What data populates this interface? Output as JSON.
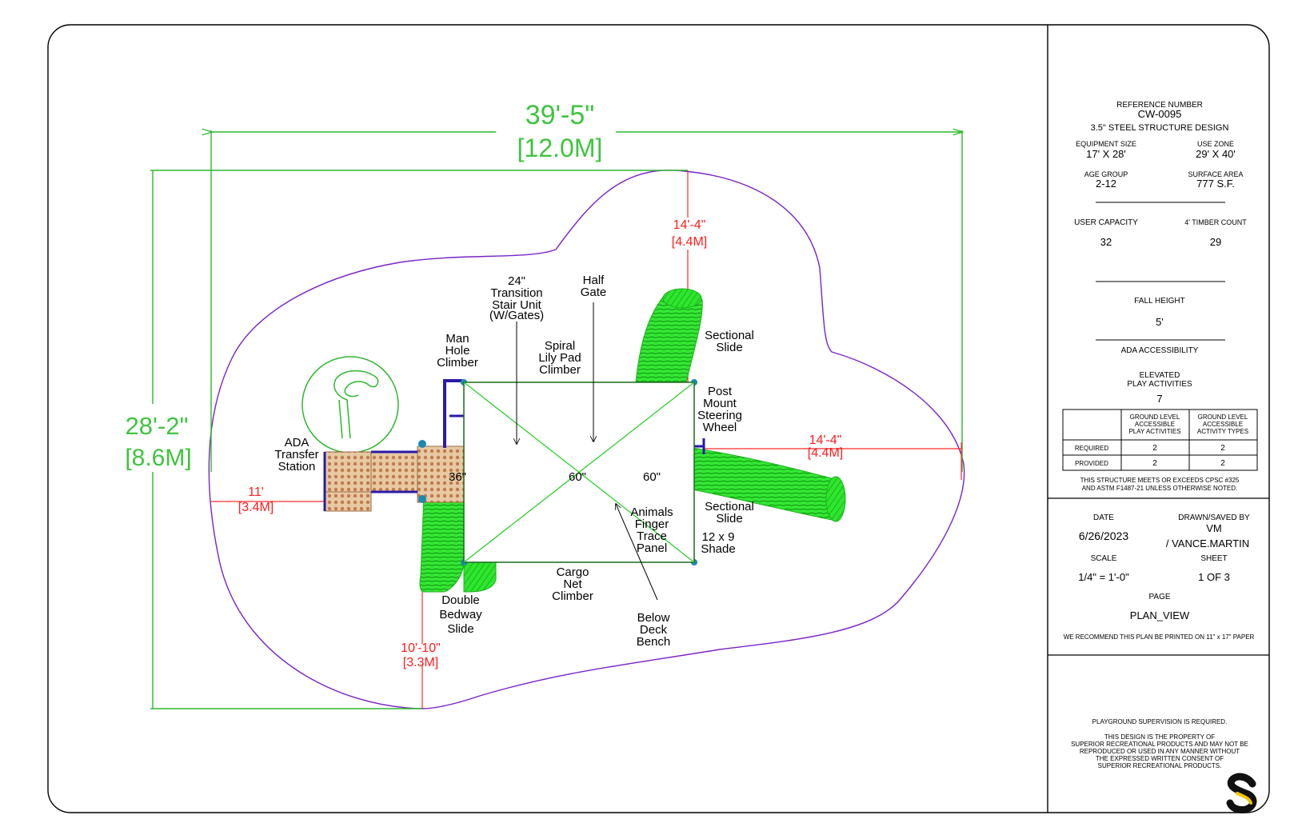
{
  "dimensions": {
    "overall_width": "39'-5\"",
    "overall_width_metric": "[12.0M]",
    "overall_depth": "28'-2\"",
    "overall_depth_metric": "[8.6M]",
    "top_clearance": "14'-4\"",
    "top_clearance_metric": "[4.4M]",
    "right_clearance": "14'-4\"",
    "right_clearance_metric": "[4.4M]",
    "left_clearance": "11'",
    "left_clearance_metric": "[3.4M]",
    "bottom_clearance": "10'-10\"",
    "bottom_clearance_metric": "[3.3M]"
  },
  "components": {
    "transition_stair": [
      "24\"",
      "Transition",
      "Stair Unit"
    ],
    "transition_stair_note": "(W/Gates)",
    "half_gate": [
      "Half",
      "Gate"
    ],
    "man_hole": [
      "Man",
      "Hole",
      "Climber"
    ],
    "spiral": [
      "Spiral",
      "Lily Pad",
      "Climber"
    ],
    "sectional_top": [
      "Sectional",
      "Slide"
    ],
    "steering": [
      "Post",
      "Mount",
      "Steering",
      "Wheel"
    ],
    "ada": [
      "ADA",
      "Transfer",
      "Station"
    ],
    "sectional_bottom": [
      "Sectional",
      "Slide"
    ],
    "shade": [
      "12 x 9",
      "Shade"
    ],
    "animals": [
      "Animals",
      "Finger",
      "Trace",
      "Panel"
    ],
    "cargo": [
      "Cargo",
      "Net",
      "Climber"
    ],
    "double_bedway": [
      "Double",
      "Bedway",
      "Slide"
    ],
    "bench": [
      "Below",
      "Deck",
      "Bench"
    ],
    "deck_36": "36\"",
    "deck_60a": "60\"",
    "deck_60b": "60\""
  },
  "title_block": {
    "reference_label": "REFERENCE NUMBER",
    "reference_number": "CW-0095",
    "design": "3.5\" STEEL STRUCTURE DESIGN",
    "equipment_size_label": "EQUIPMENT SIZE",
    "equipment_size": "17' X 28'",
    "use_zone_label": "USE ZONE",
    "use_zone": "29' X 40'",
    "age_group_label": "AGE GROUP",
    "age_group": "2-12",
    "surface_area_label": "SURFACE AREA",
    "surface_area": "777 S.F.",
    "user_capacity_label": "USER CAPACITY",
    "user_capacity": "32",
    "timber_label": "4' TIMBER COUNT",
    "timber_count": "29",
    "fall_height_label": "FALL HEIGHT",
    "fall_height": "5'",
    "ada_label": "ADA ACCESSIBILITY",
    "elevated_label": [
      "ELEVATED",
      "PLAY ACTIVITIES"
    ],
    "elevated_count": "7",
    "table_col1": [
      "GROUND LEVEL",
      "ACCESSIBLE",
      "PLAY ACTIVITIES"
    ],
    "table_col2": [
      "GROUND LEVEL",
      "ACCESSIBLE",
      "ACTIVITY TYPES"
    ],
    "table_rows": [
      {
        "label": "REQUIRED",
        "a": "2",
        "b": "2"
      },
      {
        "label": "PROVIDED",
        "a": "2",
        "b": "2"
      }
    ],
    "standards": [
      "THIS STRUCTURE MEETS OR EXCEEDS CPSC #325",
      "AND ASTM F1487-21 UNLESS OTHERWISE NOTED."
    ],
    "date_label": "DATE",
    "date": "6/26/2023",
    "drawn_label": "DRAWN/SAVED BY",
    "drawn_initials": "VM",
    "drawn_name": "/ VANCE.MARTIN",
    "scale_label": "SCALE",
    "scale": "1/4\" = 1'-0\"",
    "sheet_label": "SHEET",
    "sheet": "1   OF   3",
    "page_label": "PAGE",
    "page": "PLAN_VIEW",
    "print_note": "WE RECOMMEND THIS PLAN BE PRINTED ON 11\" x 17\" PAPER",
    "supervision": "PLAYGROUND SUPERVISION IS REQUIRED.",
    "property_note": [
      "THIS DESIGN IS THE PROPERTY OF",
      "SUPERIOR RECREATIONAL PRODUCTS AND MAY NOT BE",
      "REPRODUCED OR USED IN ANY MANNER WITHOUT",
      "THE EXPRESSED WRITTEN CONSENT OF",
      "SUPERIOR RECREATIONAL PRODUCTS."
    ]
  },
  "colors": {
    "dimension_green": "#2bb82b",
    "clearance_red": "#ff1c1c",
    "use_zone_purple": "#7a22c8",
    "slide_green": "#33e833",
    "post_blue": "#2a1aa8",
    "deck_tan": "#c8a070"
  },
  "icons": {
    "brand_logo": "superior-s-logo",
    "site_logo": "f-circle-logo"
  }
}
